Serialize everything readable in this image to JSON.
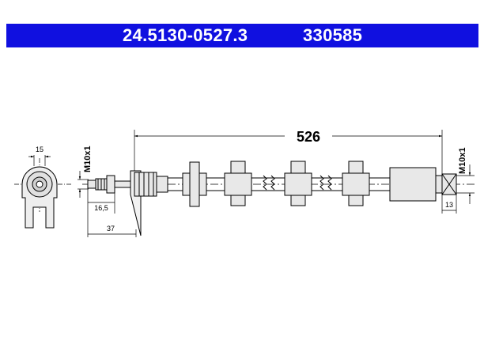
{
  "header": {
    "part_number": "24.5130-0527.3",
    "reference_number": "330585"
  },
  "dimensions": {
    "overall_length": "526",
    "left_fitting_thread": "M10x1",
    "right_fitting_thread": "M10x1",
    "bracket_width": "15",
    "nipple_length": "16,5",
    "fitting_offset": "37",
    "end_fitting_width": "13"
  },
  "colors": {
    "header_background": "#1010e0",
    "header_text": "#ffffff",
    "line": "#000000",
    "part_fill": "#e8e8e8"
  }
}
